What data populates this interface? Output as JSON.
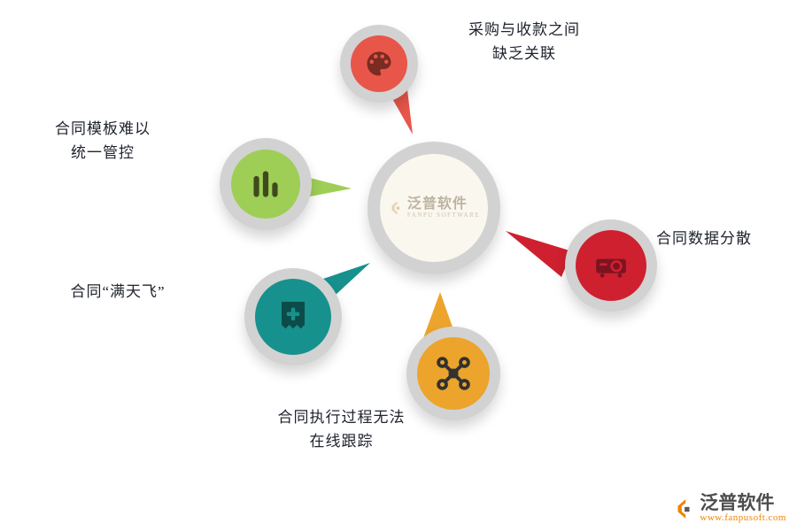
{
  "center": {
    "watermark_title": "泛普软件",
    "watermark_subtitle": "FANPU SOFTWARE",
    "ring_color": "#d2d2d2",
    "inner_color": "#faf7ee"
  },
  "nodes": [
    {
      "name": "procurement-payment-link",
      "label_lines": [
        "采购与收款之间",
        "缺乏关联"
      ],
      "color": "#e8564a",
      "icon": "palette-icon"
    },
    {
      "name": "template-control",
      "label_lines": [
        "合同模板难以",
        "统一管控"
      ],
      "color": "#9fce57",
      "icon": "bar-chart-icon"
    },
    {
      "name": "contract-flying",
      "label_lines": [
        "合同“满天飞”"
      ],
      "color": "#17918d",
      "icon": "ticket-machine-icon"
    },
    {
      "name": "execution-tracking",
      "label_lines": [
        "合同执行过程无法",
        "在线跟踪"
      ],
      "color": "#eca42c",
      "icon": "drone-icon"
    },
    {
      "name": "contract-data-scattered",
      "label_lines": [
        "合同数据分散"
      ],
      "color": "#cf2030",
      "icon": "projector-icon"
    }
  ],
  "footer_logo": {
    "title": "泛普软件",
    "url": "www.fanpusoft.com",
    "accent_color": "#f08300"
  }
}
